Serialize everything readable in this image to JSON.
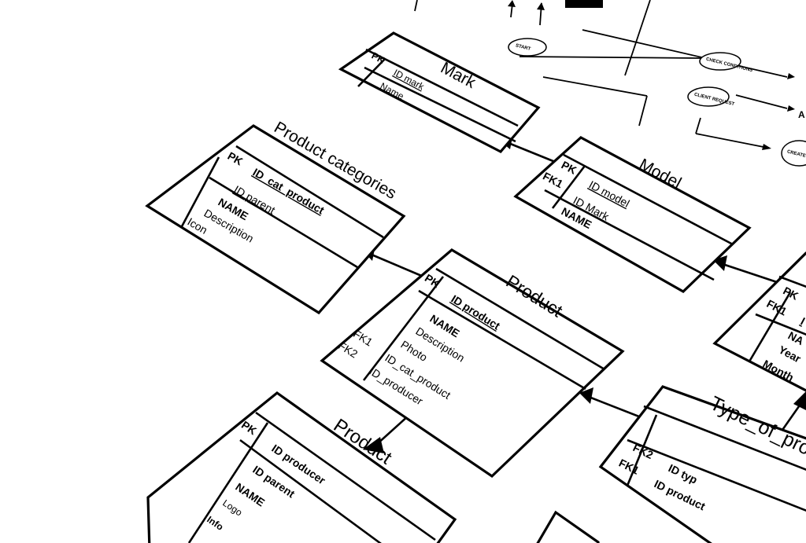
{
  "entities": {
    "mark": {
      "title": "Mark",
      "pk": "PK",
      "fields": [
        "ID mark",
        "Name"
      ]
    },
    "product_categories": {
      "title": "Product categories",
      "pk": "PK",
      "fields": [
        "ID_cat_product",
        "ID parent",
        "NAME",
        "Description",
        "Icon"
      ]
    },
    "model": {
      "title": "Model",
      "pk": "PK",
      "fk": "FK1",
      "fields": [
        "ID model",
        "ID Mark",
        "NAME"
      ]
    },
    "product": {
      "title": "Product",
      "pk": "PK",
      "fk1": "FK1",
      "fk2": "FK2",
      "fields": [
        "ID product",
        "NAME",
        "Description",
        "Photo",
        "ID_cat_product",
        "ID_producer"
      ]
    },
    "producer": {
      "title": "Product",
      "pk": "PK",
      "fields": [
        "ID producer",
        "ID parent",
        "NAME",
        "Logo",
        "Info"
      ]
    },
    "type_of_product": {
      "title": "Type_of_prod",
      "fk2": "FK2",
      "fk1": "FK1",
      "fields": [
        "ID typ",
        "ID product"
      ]
    },
    "right_partial": {
      "pk": "PK",
      "fk": "FK1",
      "fields": [
        "I",
        "NA",
        "Year",
        "Month"
      ]
    }
  },
  "flowchart": {
    "start": "START",
    "nodes": [
      "CHECK CONDITIONS",
      "CLIENT REQUEST",
      "CREATE PROPOSAL AND CONTRACT"
    ],
    "right_fragment": "A"
  }
}
